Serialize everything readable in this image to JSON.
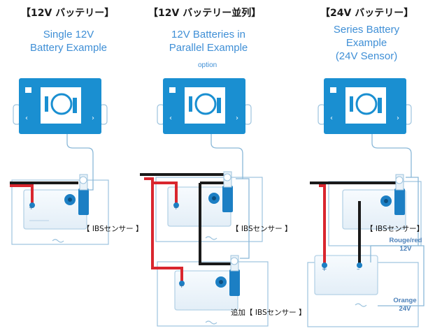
{
  "titles": {
    "single_ja": "【12V バッテリー】",
    "parallel_ja": "【12V バッテリー並列】",
    "series_ja": "【24V バッテリー】",
    "single_en_1": "Single 12V",
    "single_en_2": "Battery Example",
    "parallel_en_1": "12V Batteries in",
    "parallel_en_2": "Parallel Example",
    "parallel_option": "option",
    "series_en_1": "Series Battery",
    "series_en_2": "Example",
    "series_en_3": "(24V Sensor)"
  },
  "labels": {
    "ibs_single": "【 IBSセンサー 】",
    "ibs_parallel": "【 IBSセンサー 】",
    "ibs_parallel_extra": "追加【 IBSセンサー 】",
    "ibs_series": "【 IBSセンサー】",
    "wire_red_1": "Rouge/red",
    "wire_red_2": "12V",
    "wire_orange_1": "Orange",
    "wire_orange_2": "24V"
  },
  "battery_terminals": {
    "plus": "+",
    "minus": "–"
  },
  "colors": {
    "display_blue": "#1a8fd1",
    "wire_red": "#d9262e",
    "wire_black": "#1a1a1a",
    "sensor_blue": "#1c7fc4",
    "thin_wire": "#8ab8d8",
    "label_blue": "#3f8fd6"
  }
}
